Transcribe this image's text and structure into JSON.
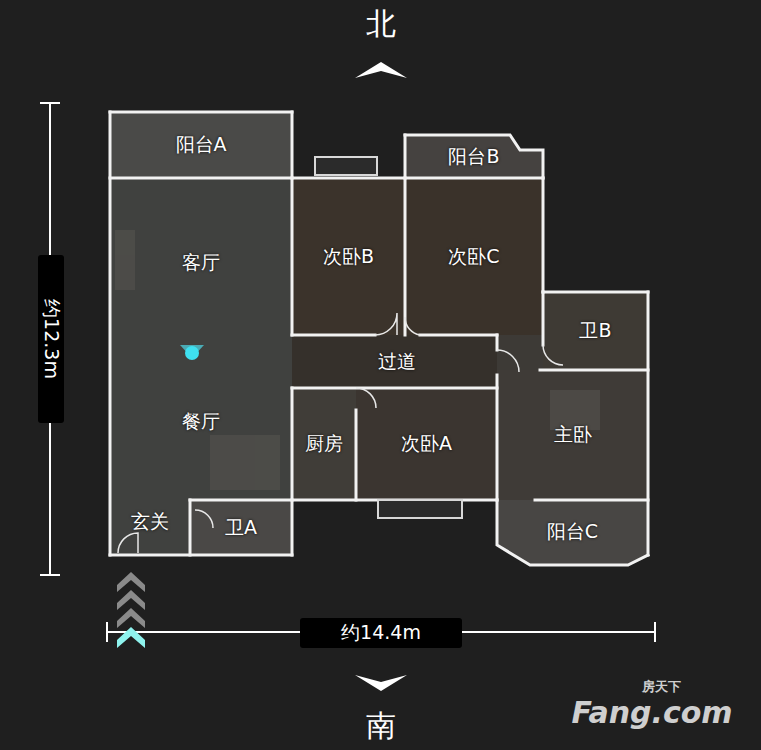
{
  "diagram": {
    "nodes": [
      {
        "text": [
          "阳台A"
        ]
      },
      {
        "text": [
          "客厅"
        ]
      },
      {
        "text": [
          "次卧B"
        ]
      },
      {
        "text": [
          "阳台B"
        ]
      },
      {
        "text": [
          "次卧C"
        ]
      },
      {
        "text": [
          "卫B"
        ]
      },
      {
        "text": [
          "过道"
        ]
      },
      {
        "text": [
          "餐厅"
        ]
      },
      {
        "text": [
          "厨房"
        ]
      },
      {
        "text": [
          "次卧A"
        ]
      },
      {
        "text": [
          "主卧"
        ]
      },
      {
        "text": [
          "玄关"
        ]
      },
      {
        "text": [
          "卫A"
        ]
      },
      {
        "text": [
          "阳台C"
        ]
      }
    ],
    "edges": [],
    "labels": [
      "北",
      "南",
      "约12.3m",
      "约14.4m",
      "房天下",
      "Fang.com"
    ]
  }
}
